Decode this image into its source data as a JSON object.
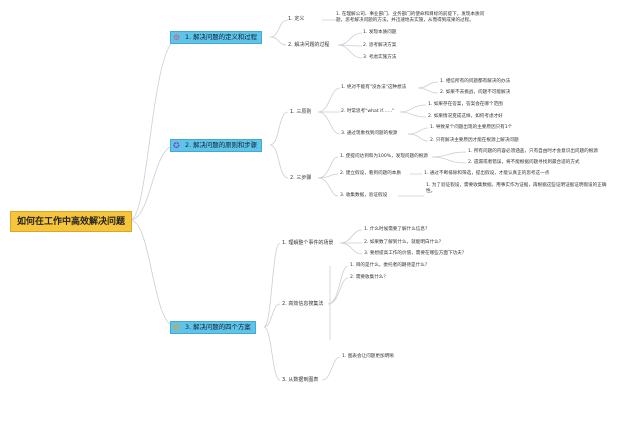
{
  "root": "如何在工作中高效解决问题",
  "icons": {
    "b1": "gear-icon",
    "b2": "star-icon",
    "b3": "ribbon-icon"
  },
  "colors": {
    "root_bg": "#f7c53b",
    "branch_bg": "#5fc4ea",
    "line": "#c9cfd6"
  },
  "branch1": {
    "label": "1. 解决问题的定义和过程",
    "s1": "1. 定义",
    "s1_text": "1. 在理解公司、事业部门、业务部门的使命和目标的前提下，发现本质问题，思考解决问题的方法，并迅速地去实施，从而得到成果的过程。",
    "s2": "2. 解决问题的过程",
    "s2_items": [
      "1. 发现本质问题",
      "2. 思考解决方案",
      "3. 考虑实施方法"
    ]
  },
  "branch2": {
    "label": "2. 解决问题的原则和步骤",
    "s1": "1. 三原则",
    "p1": "1. 绝对不能有\"没办法\"这种想法",
    "p1_items": [
      "1. 相信所有的问题都有解决的办法",
      "2. 如果不去挑战，问题不可能解决"
    ],
    "p2": "2. 时常思考\"what if……\"",
    "p2_items": [
      "1. 如果存在答案，答案会在哪个范围",
      "2. 如果情况变成这样，如何考虑才好"
    ],
    "p3": "3. 通过现象找到问题的根源",
    "p3_items": [
      "1. 导致某个问题出现的主要原因只有1个",
      "2. 只有解决主要原因才能在根源上解决问题"
    ],
    "s2": "2. 三步骤",
    "q1": "1. 使提问达到和为100%，发现问题的根源",
    "q1_items": [
      "1. 所有问题的内容必须涵盖，只有自由时才会意识出问题的根源",
      "2. 遗漏或者错误，将不能根据问题寻找到最合适的方式"
    ],
    "q2": "2. 建立假设，看到问题的本质",
    "q2_items": [
      "1. 通过不断排除和筛选，提出假设，才能认真正的思考这一点"
    ],
    "q3": "3. 收集数据，验证假设",
    "q3_items": [
      "1. 为了验证假设，需要收集数据，用事实作为证据，再根据这些证明证据证明假设的正确性。"
    ]
  },
  "branch3": {
    "label": "3. 解决问题的四个方案",
    "s1": "1. 理解整个事件的场景",
    "s1_items": [
      "1. 什么时候需要了解什么信息？",
      "2. 如果数了解到什么，就能明白什么？",
      "3. 要想提高工作的价值，需要在哪些方面下功夫？"
    ],
    "s2": "2. 高效信息搜集法",
    "s2_items": [
      "1. 目的是什么，委托者的期待是什么？",
      "2. 需要收集什么？"
    ],
    "s3": "3. 从数据到图表",
    "s3_items": [
      "1. 图表会让问题更加明晰"
    ]
  }
}
